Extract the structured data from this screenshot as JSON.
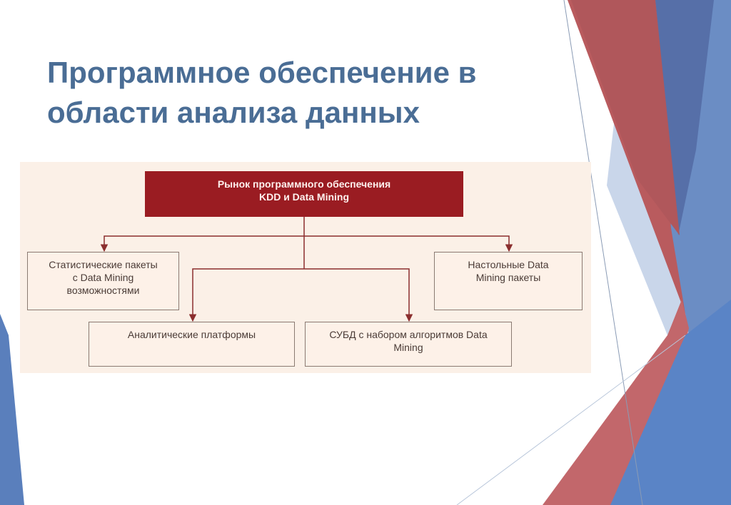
{
  "slide": {
    "title_line1": "Программное обеспечение в",
    "title_line2": "области анализа данных"
  },
  "diagram": {
    "root": {
      "line1": "Рынок программного обеспечения",
      "line2": "KDD и Data Mining"
    },
    "children": [
      {
        "id": "stat",
        "lines": [
          "Статистические пакеты",
          "с Data Mining",
          "возможностями"
        ]
      },
      {
        "id": "desktop",
        "lines": [
          "Настольные Data",
          "Mining пакеты"
        ]
      },
      {
        "id": "analytic",
        "lines": [
          "Аналитические платформы"
        ]
      },
      {
        "id": "dbms",
        "lines": [
          "СУБД с набором алгоритмов Data",
          "Mining"
        ]
      }
    ]
  },
  "colors": {
    "title": "#4a6d95",
    "root_fill": "#9a1c22",
    "box_fill": "#fdf1e8",
    "connector": "#8b2e2e",
    "deco_red": "#b5555a",
    "deco_blue": "#5c82bd"
  }
}
